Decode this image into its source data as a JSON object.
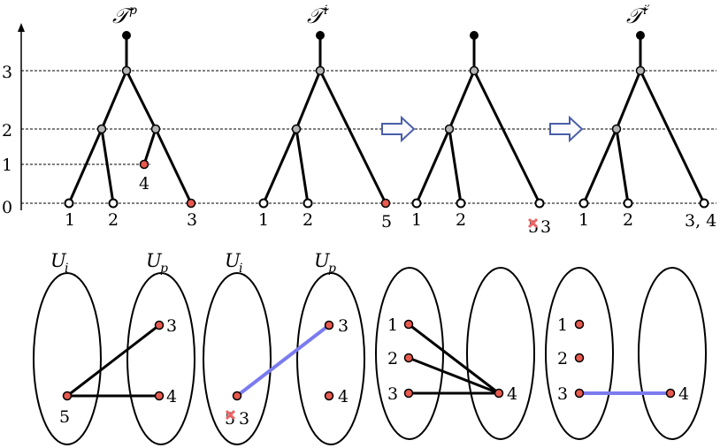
{
  "axis": {
    "ticks": [
      "0",
      "1",
      "2",
      "3"
    ]
  },
  "trees": {
    "tp": {
      "title": "𝒯",
      "sup": "p",
      "leaves": [
        "1",
        "2",
        "3"
      ],
      "extra_leaf": "4"
    },
    "ti": {
      "title": "𝒯",
      "sup": "i",
      "leaves": [
        "1",
        "2",
        "5"
      ]
    },
    "mid": {
      "leaves": [
        "1",
        "2",
        "5",
        "3"
      ]
    },
    "tip": {
      "title": "𝒯",
      "sup": "i′",
      "leaves": [
        "1",
        "2",
        "3, 4"
      ]
    }
  },
  "bipartite": {
    "g1": {
      "left_label": "U",
      "left_sub": "i",
      "right_label": "U",
      "right_sub": "p",
      "left": [
        "5"
      ],
      "right": [
        "3",
        "4"
      ]
    },
    "g2": {
      "left_label": "U",
      "left_sub": "i",
      "right_label": "U",
      "right_sub": "p",
      "left": [
        "5",
        "3"
      ],
      "right": [
        "3",
        "4"
      ]
    },
    "g3": {
      "left": [
        "1",
        "2",
        "3"
      ],
      "right": [
        "4"
      ]
    },
    "g4": {
      "left": [
        "1",
        "2",
        "3"
      ],
      "right": [
        "4"
      ]
    }
  },
  "colors": {
    "internal": "#b4b4b4",
    "removed_leaf": "#e85a4f",
    "matching_edge": "#7b7bf0",
    "arrow": "#4a5ea8"
  }
}
